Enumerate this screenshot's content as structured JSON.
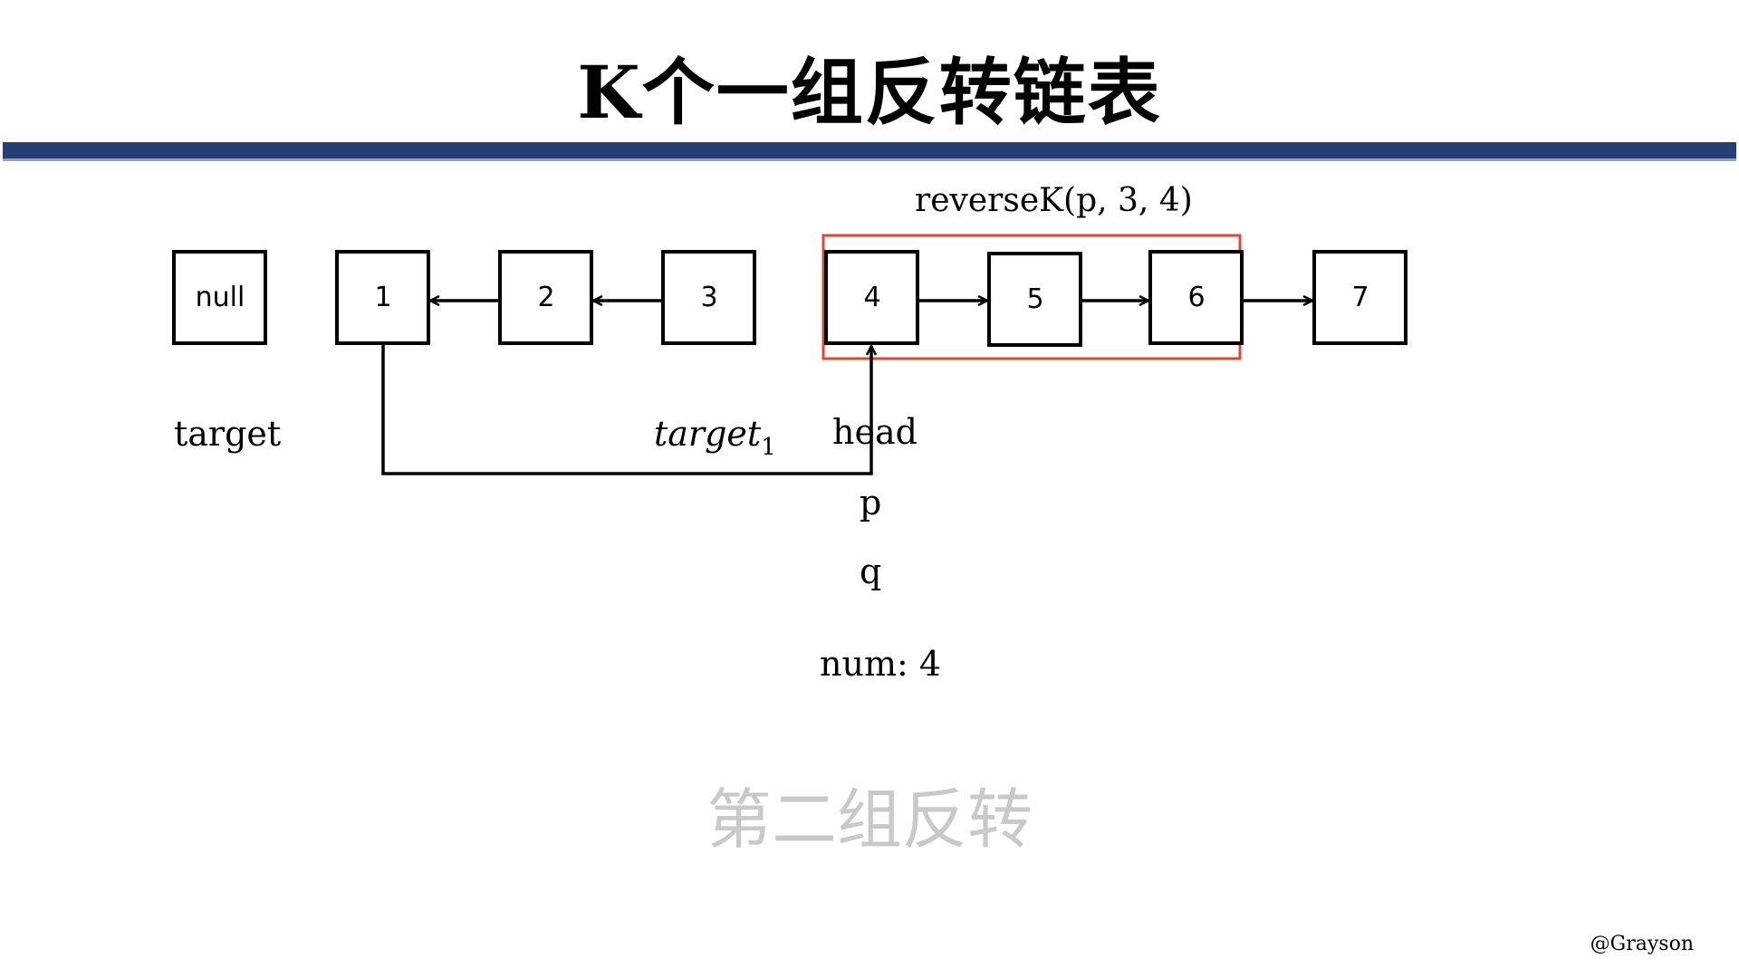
{
  "title": "K个一组反转链表",
  "call_label": "reverseK(p, 3, 4)",
  "nodes": [
    {
      "label": "null"
    },
    {
      "label": "1"
    },
    {
      "label": "2"
    },
    {
      "label": "3"
    },
    {
      "label": "4"
    },
    {
      "label": "5"
    },
    {
      "label": "6"
    },
    {
      "label": "7"
    }
  ],
  "pointers": {
    "target": "target",
    "target1_base": "target",
    "target1_sub": "1",
    "head": "head",
    "p": "p",
    "q": "q",
    "num": "num: 4"
  },
  "watermark": "第二组反转",
  "author": "@Grayson",
  "colors": {
    "bar": "#233f73",
    "highlight_box": "#e8432e",
    "watermark": "#c9c9c9"
  }
}
